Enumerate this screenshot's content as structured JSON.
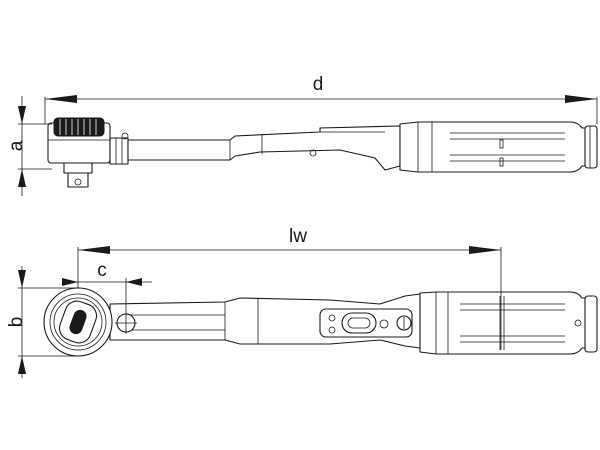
{
  "dimensions": {
    "d": "d",
    "a": "a",
    "lw": "lw",
    "c": "c",
    "b": "b"
  },
  "colors": {
    "line": "#1a1a1a",
    "background": "#ffffff"
  }
}
